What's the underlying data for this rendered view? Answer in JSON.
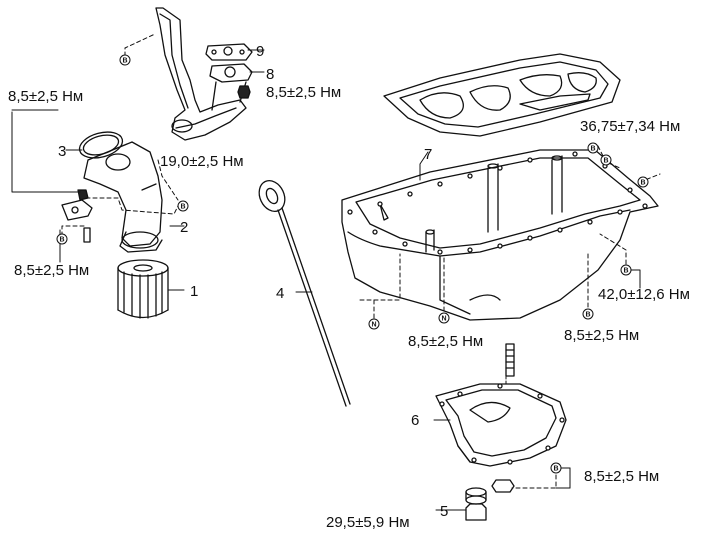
{
  "torque": {
    "t_top_left": "8,5±2,5 Нм",
    "t_top_right_small": "8,5±2,5 Нм",
    "t_adapter": "19,0±2,5 Нм",
    "t_left_low": "8,5±2,5 Нм",
    "t_pan_top": "36,75±7,34 Нм",
    "t_pan_right": "42,0±12,6 Нм",
    "t_pan_center": "8,5±2,5 Нм",
    "t_pan_right_low": "8,5±2,5 Нм",
    "t_lower_pan": "8,5±2,5 Нм",
    "t_drain": "29,5±5,9 Нм"
  },
  "parts": {
    "p1": "1",
    "p2": "2",
    "p3": "3",
    "p4": "4",
    "p5": "5",
    "p6": "6",
    "p7": "7",
    "p8": "8",
    "p9": "9"
  },
  "markers": {
    "b": "B",
    "n": "N"
  }
}
